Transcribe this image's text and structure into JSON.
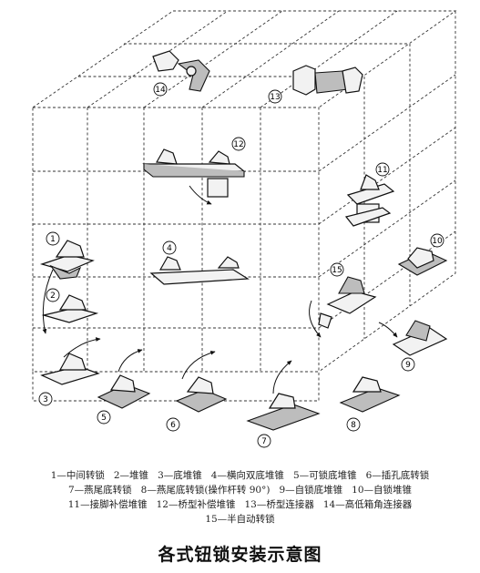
{
  "diagram": {
    "callouts": [
      "1",
      "2",
      "3",
      "4",
      "5",
      "6",
      "7",
      "8",
      "9",
      "10",
      "11",
      "12",
      "13",
      "14",
      "15"
    ]
  },
  "legend": {
    "rows": [
      [
        "1—中间转锁",
        "2—堆锥",
        "3—底堆锥",
        "4—横向双底堆锥",
        "5—可锁底堆锥",
        "6—插孔底转锁"
      ],
      [
        "7—燕尾底转锁",
        "8—燕尾底转锁(操作杆转 90°)",
        "9—自锁底堆锥",
        "10—自锁堆锥"
      ],
      [
        "11—接脚补偿堆锥",
        "12—桥型补偿堆锥",
        "13—桥型连接器",
        "14—高低箱角连接器"
      ],
      [
        "15—半自动转锁"
      ]
    ]
  },
  "title": "各式钮锁安装示意图"
}
